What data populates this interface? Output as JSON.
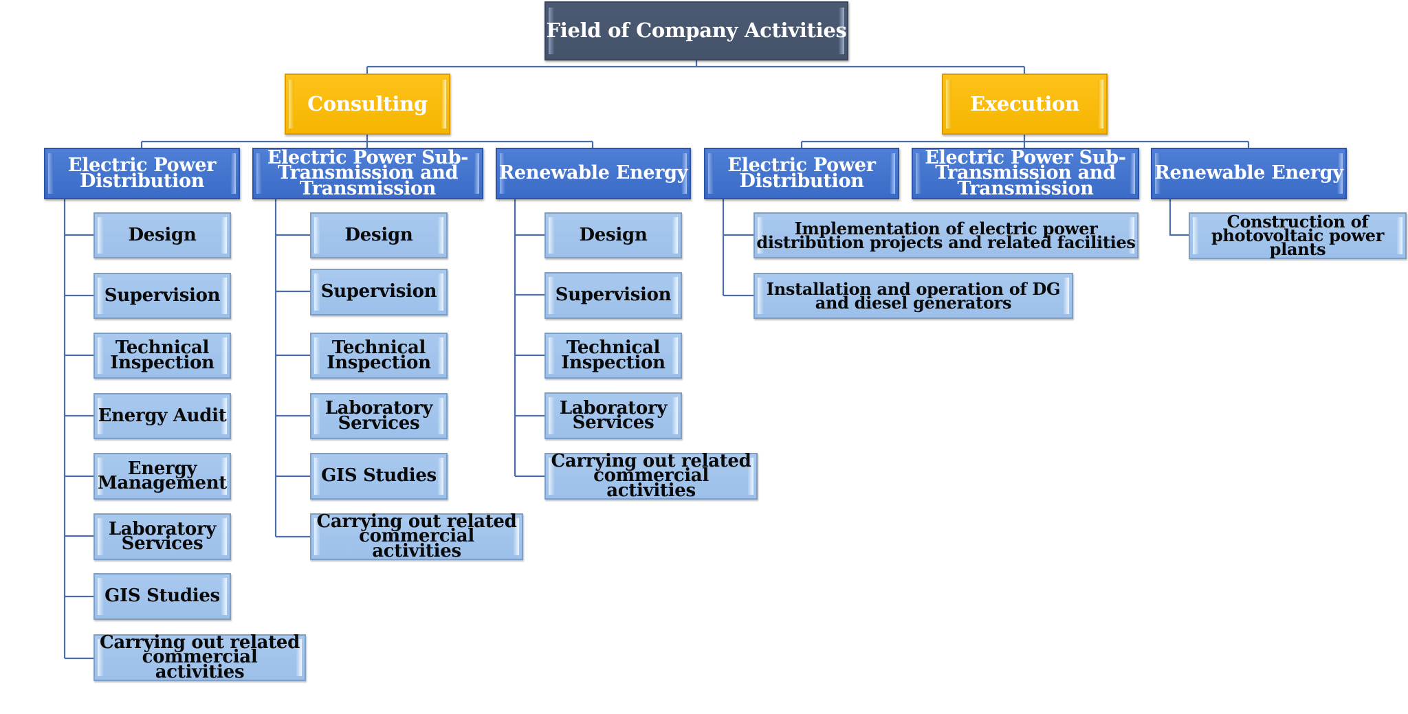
{
  "root": {
    "label": "Field of Company Activities"
  },
  "consulting": {
    "label": "Consulting",
    "branches": [
      {
        "label": "Electric Power\nDistribution",
        "items": [
          "Design",
          "Supervision",
          "Technical\nInspection",
          "Energy Audit",
          "Energy\nManagement",
          "Laboratory\nServices",
          "GIS Studies",
          "Carrying out related\ncommercial activities"
        ]
      },
      {
        "label": "Electric Power Sub-\nTransmission and\nTransmission",
        "items": [
          "Design",
          "Supervision",
          "Technical\nInspection",
          "Laboratory\nServices",
          "GIS Studies",
          "Carrying out related\ncommercial activities"
        ]
      },
      {
        "label": "Renewable Energy",
        "items": [
          "Design",
          "Supervision",
          "Technical\nInspection",
          "Laboratory\nServices",
          "Carrying out related\ncommercial activities"
        ]
      }
    ]
  },
  "execution": {
    "label": "Execution",
    "branches": [
      {
        "label": "Electric Power\nDistribution",
        "items": [
          "Implementation of electric  power\ndistribution projects and related facilities",
          "Installation and operation of DG\nand diesel generators"
        ]
      },
      {
        "label": "Electric Power Sub-\nTransmission and\nTransmission",
        "items": []
      },
      {
        "label": "Renewable Energy",
        "items": [
          "Construction of\nphotovoltaic power plants"
        ]
      }
    ]
  },
  "colors": {
    "root": "#46556c",
    "category": "#ffc000",
    "branch": "#4472c4",
    "leaf": "#a4c4ec",
    "connector": "#4a6ea9"
  }
}
